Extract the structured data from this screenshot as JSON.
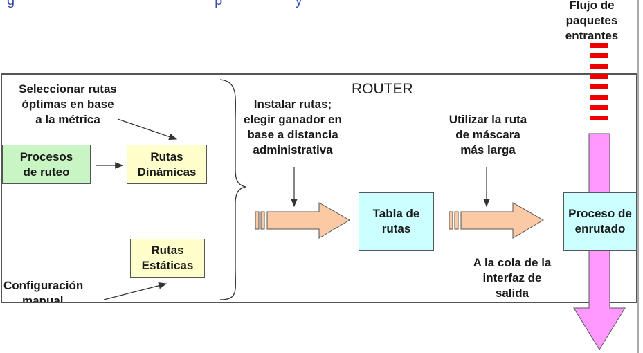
{
  "top_text": "g                                                    p                   y",
  "router_title": "ROUTER",
  "flow_label": [
    "Flujo de",
    "paquetes",
    "entrantes"
  ],
  "select_label": [
    "Seleccionar rutas",
    "óptimas en base",
    "a la métrica"
  ],
  "install_label": [
    "Instalar rutas;",
    "elegir ganador en",
    "base a distancia",
    "administrativa"
  ],
  "longest_label": [
    "Utilizar la ruta",
    "de máscara",
    "más larga"
  ],
  "queue_label": [
    "A la cola de la",
    "interfaz de",
    "salida"
  ],
  "config_label": [
    "Configuración",
    "manual"
  ],
  "boxes": {
    "routing_processes": [
      "Procesos",
      "de ruteo"
    ],
    "dynamic_routes": [
      "Rutas",
      "Dinámicas"
    ],
    "static_routes": [
      "Rutas",
      "Estáticas"
    ],
    "routing_table": [
      "Tabla de",
      "rutas"
    ],
    "forwarding_process": [
      "Proceso de",
      "enrutado"
    ]
  },
  "colors": {
    "green_box": "#c8f5c3",
    "yellow_box": "#ffffcc",
    "cyan_box": "#ccffff",
    "salmon_arrow": "#fbc9a4",
    "pink_arrow": "#ff99ff",
    "red_packets": "#ee0000",
    "border_gray": "#555555",
    "top_text_blue": "#3a4fb0"
  }
}
